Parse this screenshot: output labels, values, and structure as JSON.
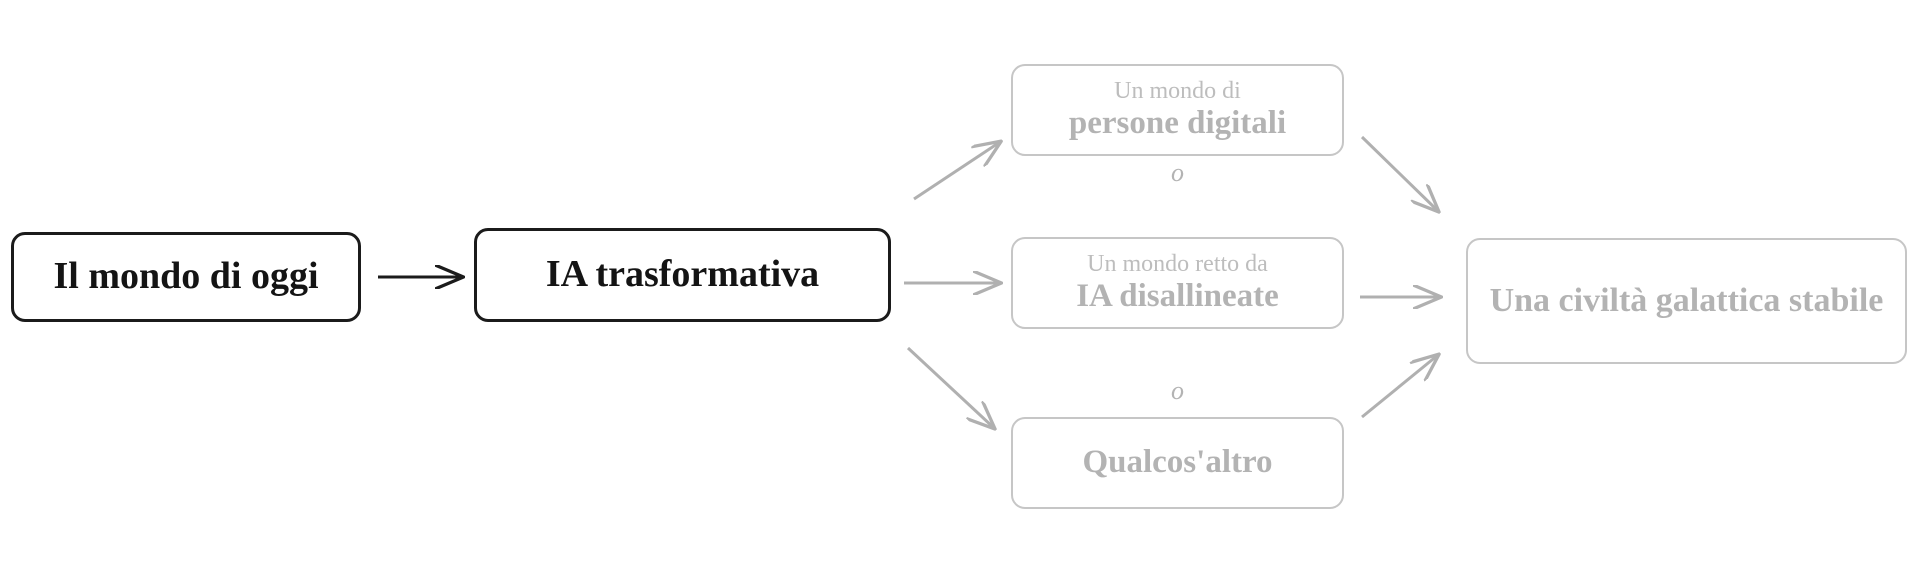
{
  "diagram": {
    "title_present": false,
    "background_color": "#ffffff",
    "solid_color": "#1b1b1b",
    "faded_color": "#b3b3b3",
    "faded_border_color": "#c6c6c6",
    "arrow_dark_color": "#1b1b1b",
    "arrow_light_color": "#b0b0b0",
    "nodes": {
      "today": {
        "label": "Il mondo di oggi"
      },
      "transformative_ai": {
        "label": "IA trasformativa"
      },
      "digital_people": {
        "sub_label": "Un mondo di",
        "label": "persone digitali"
      },
      "misaligned_ai": {
        "sub_label": "Un mondo retto da",
        "label": "IA disallineate"
      },
      "something_else": {
        "label": "Qualcos'altro"
      },
      "galactic": {
        "label": "Una civiltà galattica stabile"
      }
    },
    "separators": {
      "or_first": "o",
      "or_second": "o"
    },
    "edges": [
      {
        "from": "today",
        "to": "transformative_ai",
        "style": "dark"
      },
      {
        "from": "transformative_ai",
        "to": "digital_people",
        "style": "light"
      },
      {
        "from": "transformative_ai",
        "to": "misaligned_ai",
        "style": "light"
      },
      {
        "from": "transformative_ai",
        "to": "something_else",
        "style": "light"
      },
      {
        "from": "digital_people",
        "to": "galactic",
        "style": "light"
      },
      {
        "from": "misaligned_ai",
        "to": "galactic",
        "style": "light"
      },
      {
        "from": "something_else",
        "to": "galactic",
        "style": "light"
      }
    ]
  }
}
